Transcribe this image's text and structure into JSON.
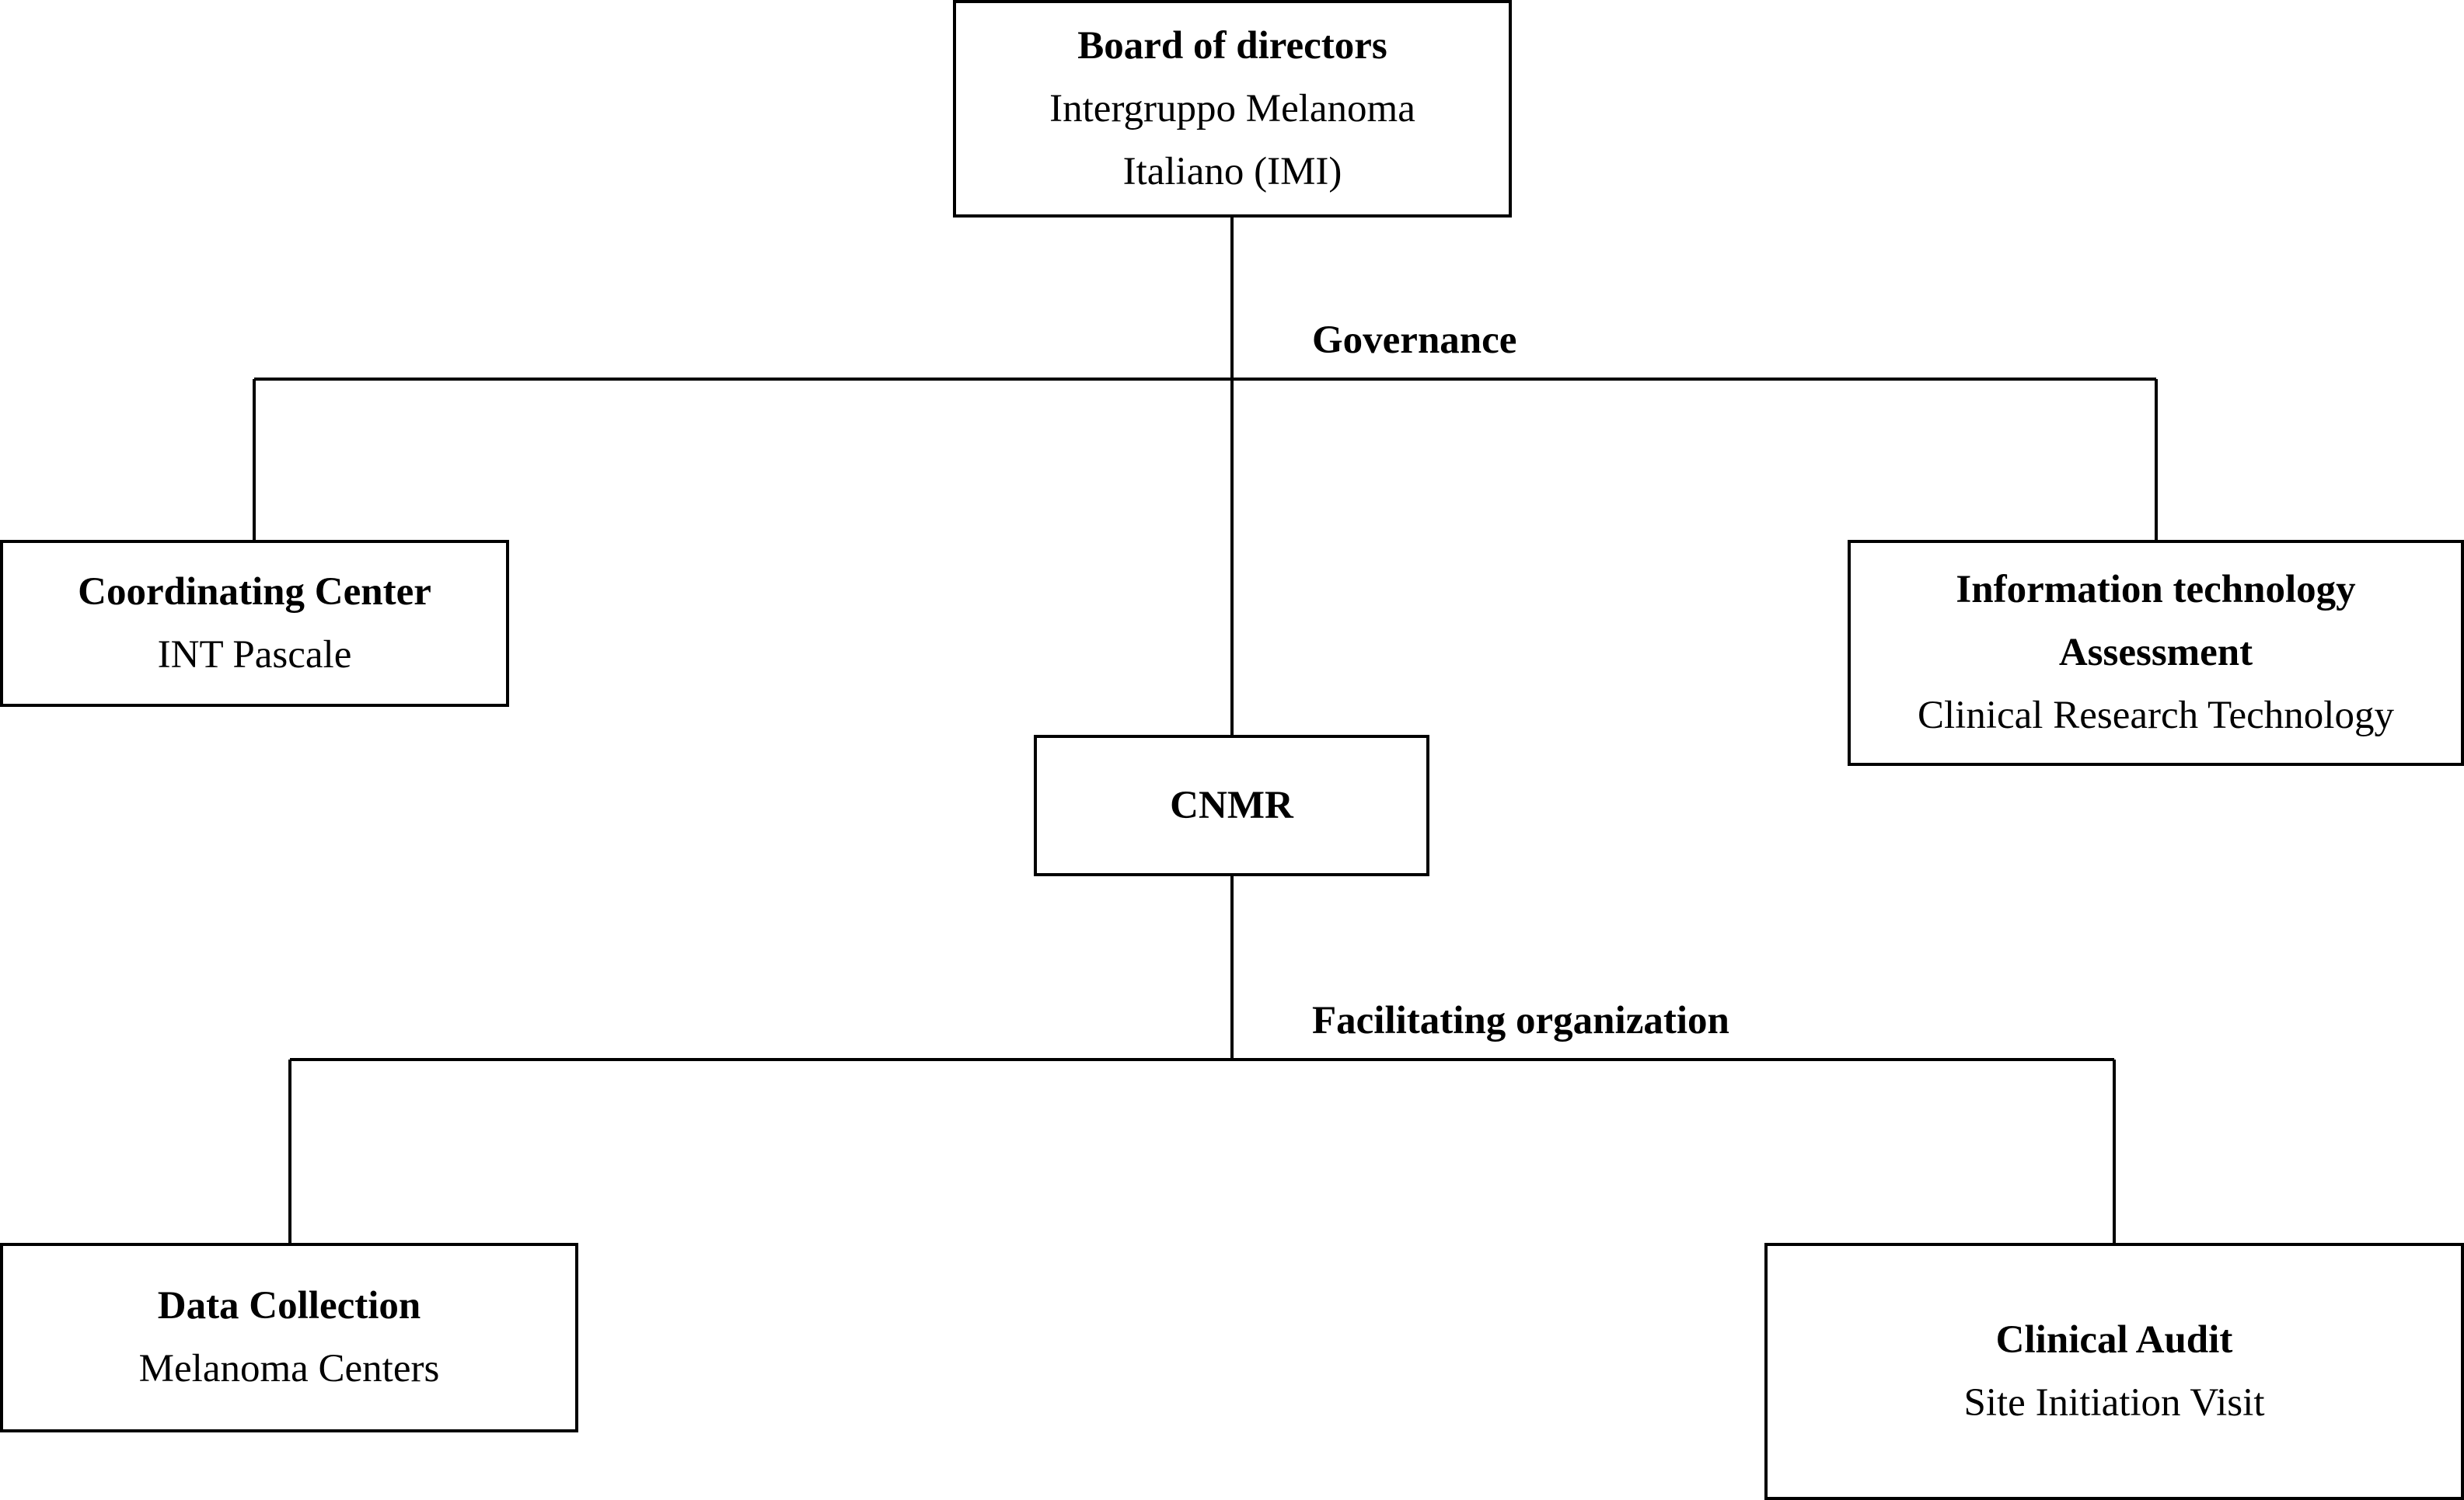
{
  "nodes": {
    "board": {
      "title": "Board of directors",
      "lines": [
        "Intergruppo Melanoma",
        "Italiano (IMI)"
      ]
    },
    "coord": {
      "title": "Coordinating Center",
      "lines": [
        "INT Pascale"
      ]
    },
    "info": {
      "title_lines": [
        "Information technology",
        "Assessment"
      ],
      "lines": [
        "Clinical Research Technology"
      ]
    },
    "cnmr": {
      "title": "CNMR"
    },
    "data": {
      "title": "Data Collection",
      "lines": [
        "Melanoma Centers"
      ]
    },
    "audit": {
      "title": "Clinical Audit",
      "lines": [
        "Site Initiation Visit"
      ]
    }
  },
  "labels": {
    "governance": "Governance",
    "facilitating": "Facilitating organization"
  }
}
